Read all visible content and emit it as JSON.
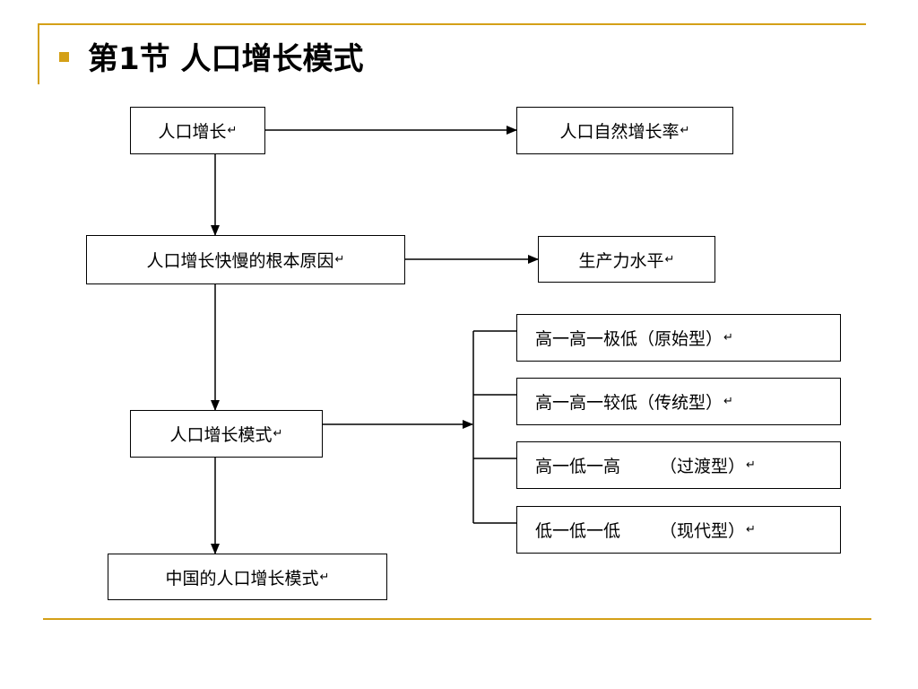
{
  "slide": {
    "bullet_icon": "square-bullet-icon",
    "title": "第1节  人口增长模式",
    "accent_color": "#d4a017"
  },
  "diagram": {
    "return_mark": "↵",
    "nodes": {
      "population_growth": "人口增长",
      "natural_growth_rate": "人口自然增长率",
      "root_cause": "人口增长快慢的根本原因",
      "productivity": "生产力水平",
      "growth_pattern": "人口增长模式",
      "china_pattern": "中国的人口增长模式"
    },
    "pattern_types": [
      {
        "rates": "高一高一极低",
        "type": "（原始型）"
      },
      {
        "rates": "高一高一较低",
        "type": "（传统型）"
      },
      {
        "rates": "高一低一高",
        "type": "（过渡型）"
      },
      {
        "rates": "低一低一低",
        "type": "（现代型）"
      }
    ]
  }
}
